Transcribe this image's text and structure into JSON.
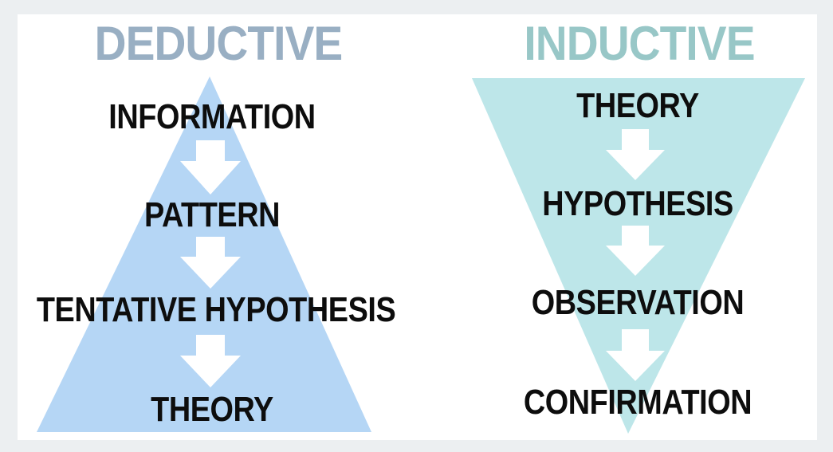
{
  "deductive": {
    "title": "DEDUCTIVE",
    "title_color": "#99afc3",
    "shape_color": "#b5d6f5",
    "steps": [
      "INFORMATION",
      "PATTERN",
      "TENTATIVE HYPOTHESIS",
      "THEORY"
    ]
  },
  "inductive": {
    "title": "INDUCTIVE",
    "title_color": "#98c7c7",
    "shape_color": "#bde6e9",
    "steps": [
      "THEORY",
      "HYPOTHESIS",
      "OBSERVATION",
      "CONFIRMATION"
    ]
  },
  "arrow_color": "#ffffff"
}
